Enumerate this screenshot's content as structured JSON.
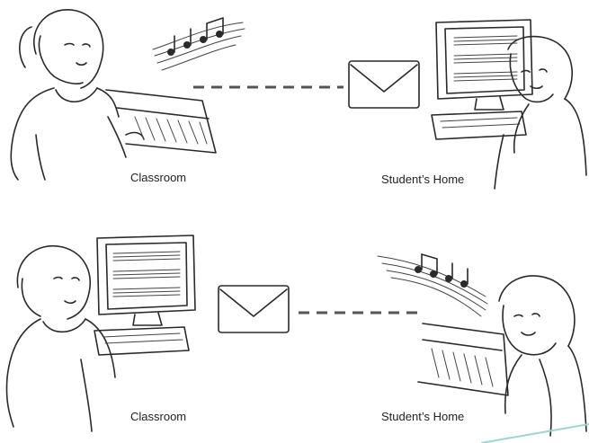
{
  "scenes": [
    {
      "left_label": "Classroom",
      "right_label": "Student’s Home"
    },
    {
      "left_label": "Classroom",
      "right_label": "Student’s Home"
    }
  ],
  "icons": {
    "message": "envelope-icon",
    "music": "music-notes-icon"
  },
  "colors": {
    "line": "#2a2a2a",
    "dash": "#555555",
    "accent_line": "#9fd6cf"
  }
}
